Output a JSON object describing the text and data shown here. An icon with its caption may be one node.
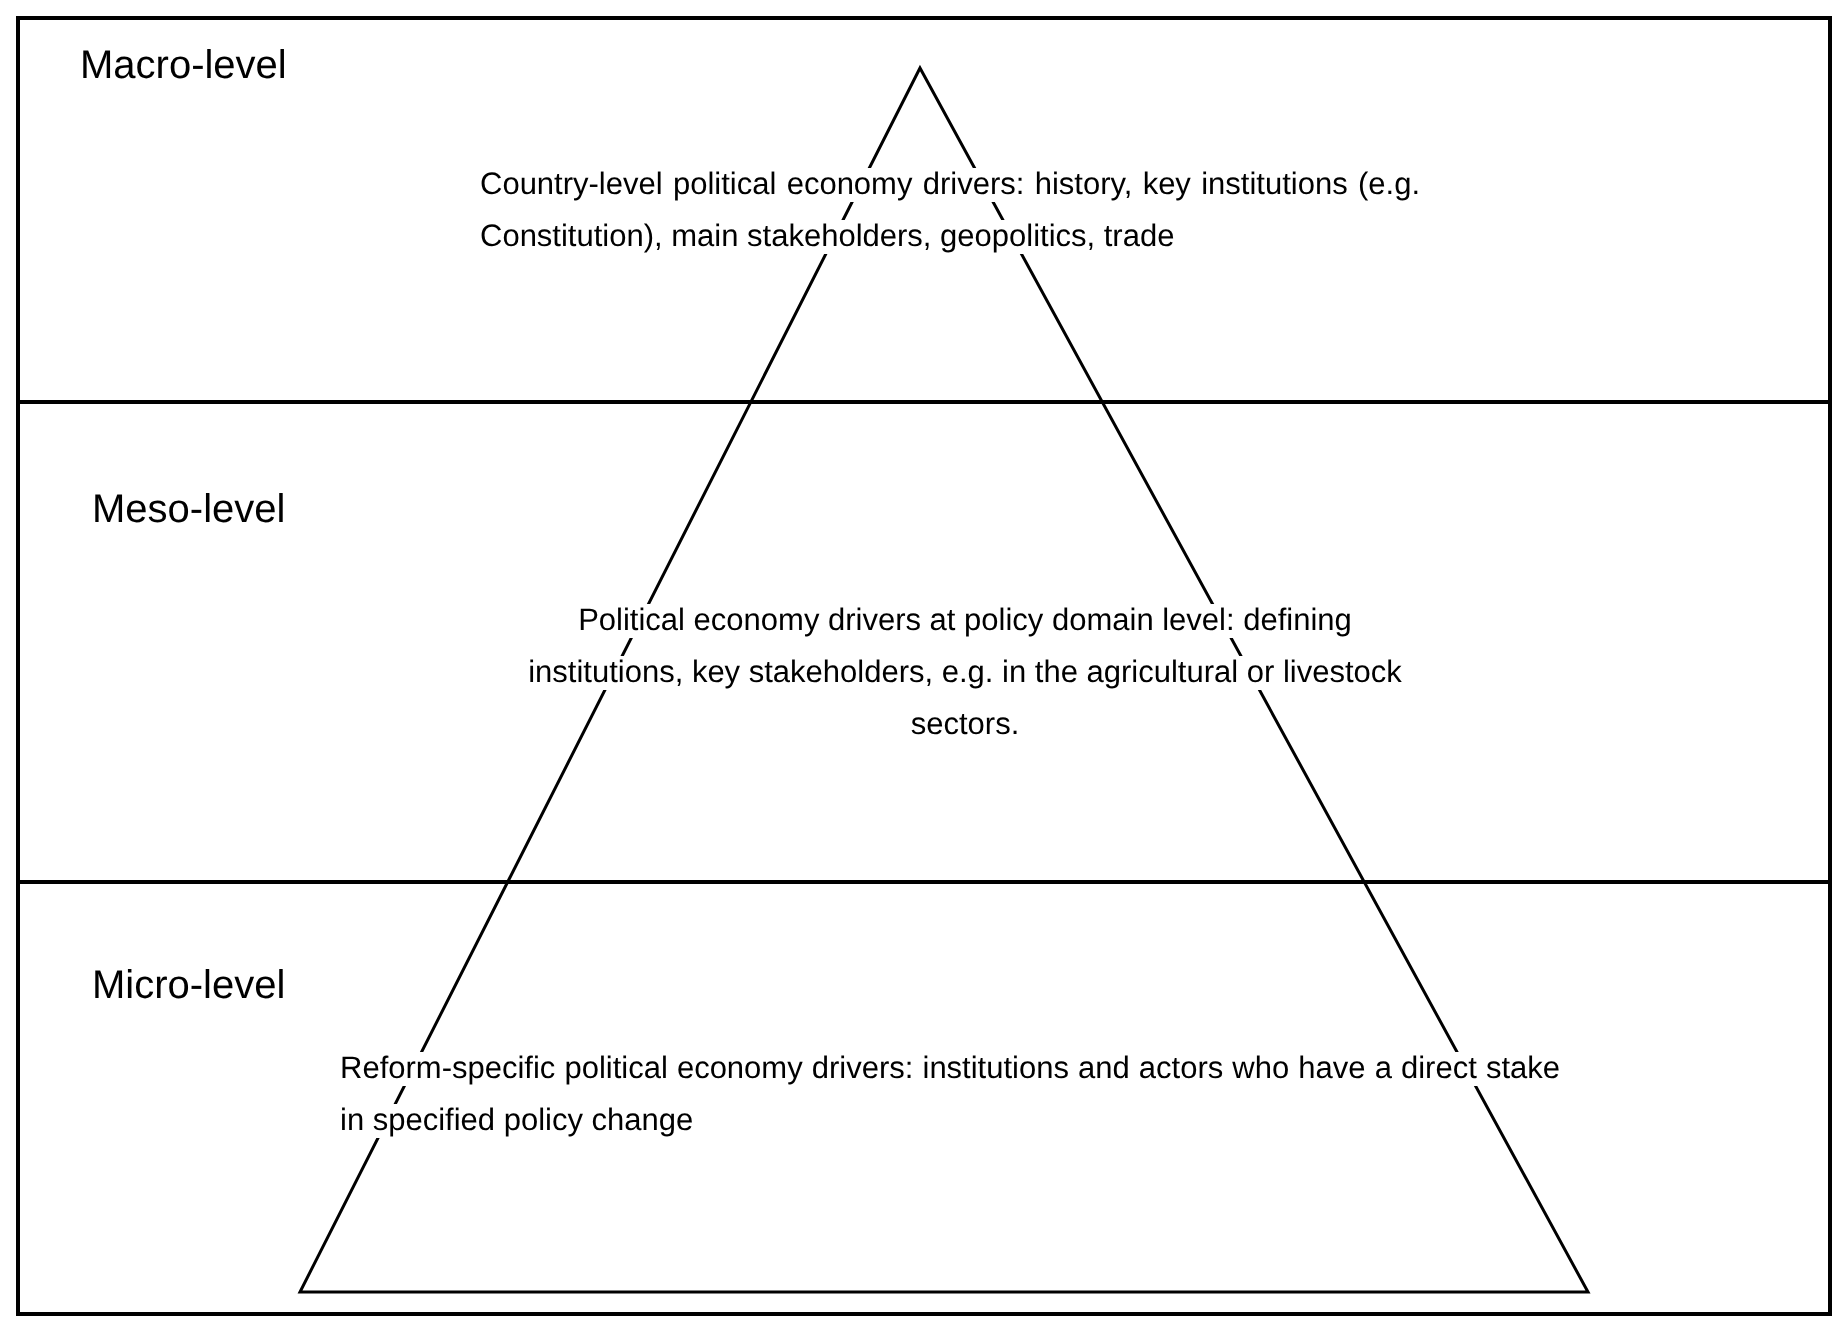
{
  "diagram": {
    "nodes": [
      {
        "text": [
          "Macro-level",
          "Country-level political economy drivers: history, key institutions (e.g. Constitution), main stakeholders, geopolitics, trade"
        ]
      },
      {
        "text": [
          "Meso-level",
          "Political economy drivers at policy domain level: defining institutions, key stakeholders, e.g. in the agricultural or livestock sectors."
        ]
      },
      {
        "text": [
          "Micro-level",
          "Reform-specific political economy drivers: institutions and actors who have a direct stake in specified policy change"
        ]
      }
    ]
  }
}
